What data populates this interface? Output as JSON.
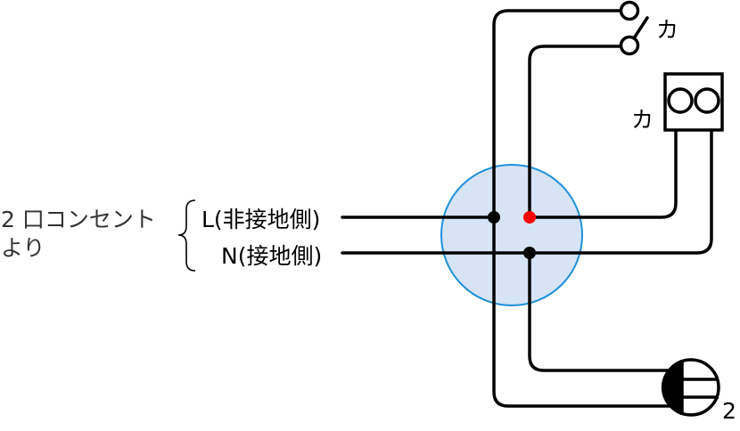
{
  "source_label": {
    "line1": "2 口コンセント",
    "line2": "より"
  },
  "line_labels": {
    "live": "L(非接地側)",
    "neutral": "N(接地側)"
  },
  "switch_label": "カ",
  "indicator_label": "カ",
  "outlet_label": "2",
  "colors": {
    "junction_box_fill": "#d6e4f5",
    "junction_box_stroke": "#1e90d8",
    "live_junction_dot": "#ff0000",
    "wire": "#000000",
    "source_text": "#333333"
  }
}
